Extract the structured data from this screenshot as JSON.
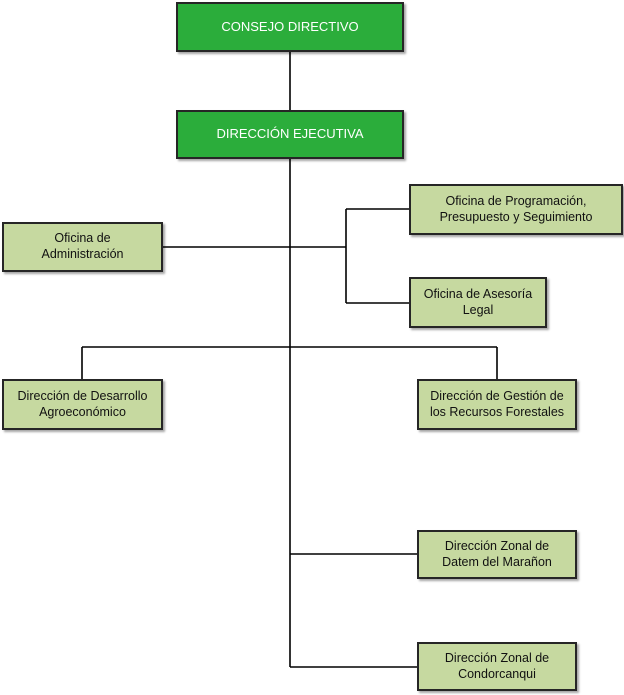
{
  "colors": {
    "executive_fill": "#2bad3b",
    "unit_fill": "#c6d9a0",
    "border": "#262626",
    "line": "#000000"
  },
  "nodes": {
    "consejo_directivo": "CONSEJO DIRECTIVO",
    "direccion_ejecutiva": "DIRECCIÓN EJECUTIVA",
    "oficina_administracion": [
      "Oficina de",
      "Administración"
    ],
    "oficina_programacion": [
      "Oficina de Programación,",
      "Presupuesto y Seguimiento"
    ],
    "oficina_asesoria": [
      "Oficina de Asesoría",
      "Legal"
    ],
    "direccion_desarrollo": [
      "Dirección de Desarrollo",
      "Agroeconómico"
    ],
    "direccion_gestion": [
      "Dirección de Gestión de",
      "los Recursos Forestales"
    ],
    "direccion_datem": [
      "Dirección Zonal de",
      "Datem del Marañon"
    ],
    "direccion_condorcanqui": [
      "Dirección Zonal de",
      "Condorcanqui"
    ]
  }
}
